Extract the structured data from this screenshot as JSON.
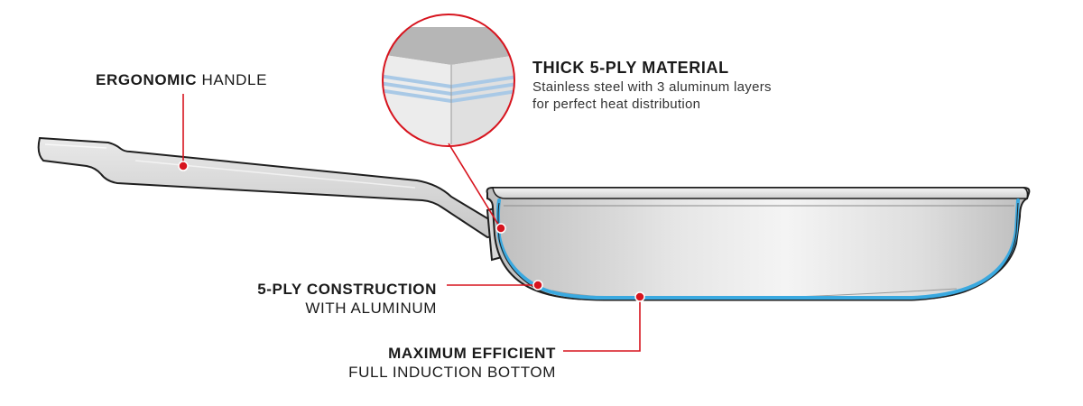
{
  "callouts": {
    "handle": {
      "bold": "ERGONOMIC",
      "light": "HANDLE"
    },
    "material": {
      "title": "THICK 5-PLY MATERIAL",
      "line1": "Stainless steel with 3 aluminum layers",
      "line2": "for perfect heat distribution"
    },
    "construction": {
      "title": "5-PLY CONSTRUCTION",
      "subtitle": "WITH ALUMINUM"
    },
    "bottom": {
      "title": "MAXIMUM EFFICIENT",
      "subtitle": "FULL INDUCTION BOTTOM"
    }
  },
  "colors": {
    "accent": "#d7141e",
    "layer": "#3aa9e0",
    "outline": "#1f1f1f",
    "steel_light": "#f2f2f2",
    "steel_mid": "#d4d4d4",
    "steel_dark": "#b8b8b8"
  },
  "icons": {
    "handle_marker": "red-dot",
    "material_zoom": "magnifier-circle",
    "construction_marker": "red-dot",
    "bottom_marker": "red-dot"
  }
}
